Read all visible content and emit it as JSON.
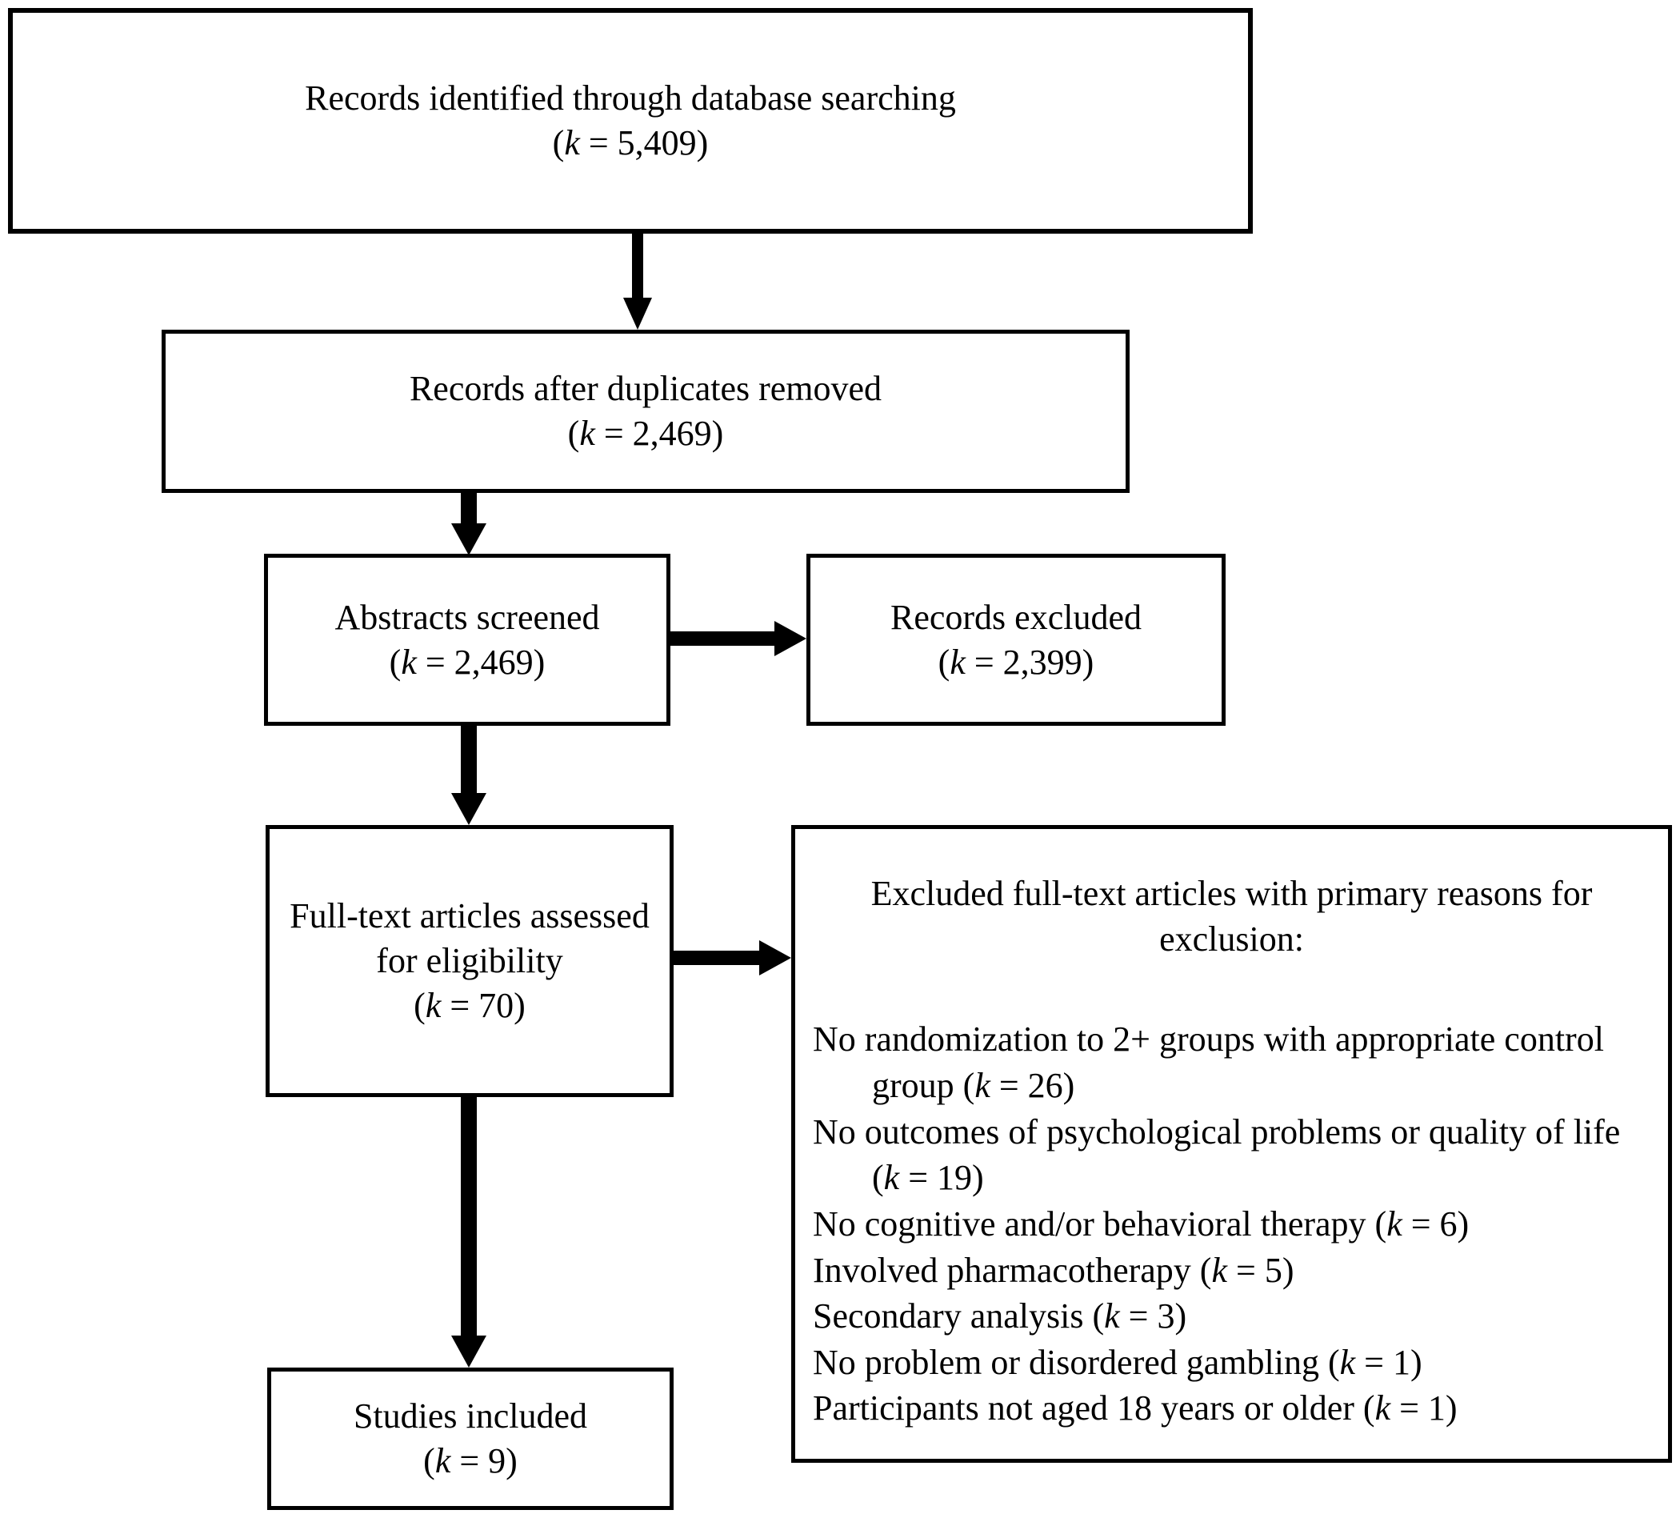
{
  "diagram": {
    "type": "prisma-flowchart",
    "colors": {
      "border": "#000000",
      "background": "#ffffff",
      "text": "#000000"
    },
    "boxes": {
      "identified": {
        "label": "Records identified through database searching",
        "count": "(k = 5,409)"
      },
      "deduplicated": {
        "label": "Records after duplicates removed",
        "count": "(k = 2,469)"
      },
      "screened": {
        "label": "Abstracts screened",
        "count": "(k = 2,469)"
      },
      "records_excluded": {
        "label": "Records excluded",
        "count": "(k = 2,399)"
      },
      "fulltext": {
        "label": "Full-text articles assessed for eligibility",
        "count": "(k = 70)"
      },
      "included": {
        "label": "Studies included",
        "count": "(k = 9)"
      },
      "fulltext_excluded": {
        "title": "Excluded full-text articles with primary reasons for exclusion:",
        "reasons": [
          {
            "text": "No randomization to 2+ groups with appropriate control group (k = 26)"
          },
          {
            "text": "No outcomes of psychological problems or quality of life (k = 19)"
          },
          {
            "text": "No cognitive and/or behavioral therapy (k = 6)"
          },
          {
            "text": "Involved pharmacotherapy (k = 5)"
          },
          {
            "text": "Secondary analysis (k = 3)"
          },
          {
            "text": "No problem or disordered gambling (k = 1)"
          },
          {
            "text": "Participants not aged 18 years or older (k = 1)"
          }
        ]
      }
    }
  }
}
